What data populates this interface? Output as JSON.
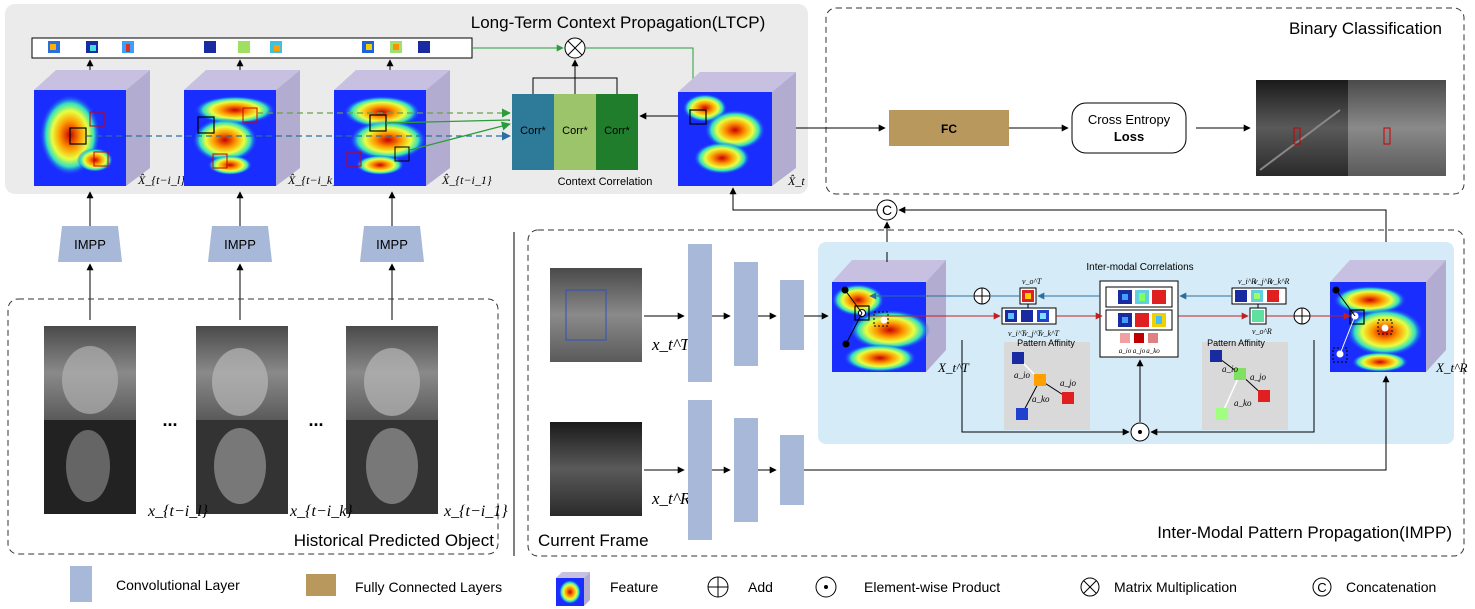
{
  "sections": {
    "ltcp": "Long-Term Context Propagation(LTCP)",
    "binary": "Binary Classification",
    "impp": "Inter-Modal Pattern Propagation(IMPP)",
    "historical": "Historical Predicted Object",
    "current": "Current Frame"
  },
  "ltcp": {
    "corr_label": "Corr*",
    "context_correlation": "Context Correlation",
    "feature_labels": [
      "X̂_{t−i_l}",
      "X̂_{t−i_k}",
      "X̂_{t−i_1}",
      "X̂_t"
    ]
  },
  "impp_block_label": "IMPP",
  "fc_label": "FC",
  "loss": {
    "line1": "Cross Entropy",
    "line2": "Loss"
  },
  "history": {
    "ellipsis": "...",
    "input_labels": [
      "x_{t−i_l}",
      "x_{t−i_k}",
      "x_{t−i_1}"
    ]
  },
  "current": {
    "thermal_label": "x_t^T",
    "rgb_label": "x_t^R",
    "feat_T": "X_t^T",
    "feat_R": "X_t^R"
  },
  "inter_modal": {
    "title": "Inter-modal Correlations",
    "pattern_affinity": "Pattern Affinity",
    "affinity_weights": [
      "a_io",
      "a_jo",
      "a_ko"
    ],
    "node_labels_T": [
      "v_i^T",
      "v_j^T",
      "v_k^T",
      "v_o^T"
    ],
    "node_labels_R": [
      "v_i^R",
      "v_j^R",
      "v_k^R",
      "v_o^R"
    ]
  },
  "legend": [
    {
      "icon": "conv-icon",
      "label": "Convolutional Layer"
    },
    {
      "icon": "fc-icon",
      "label": "Fully Connected Layers"
    },
    {
      "icon": "feature-icon",
      "label": "Feature"
    },
    {
      "icon": "add-icon",
      "label": "Add"
    },
    {
      "icon": "product-icon",
      "label": "Element-wise Product"
    },
    {
      "icon": "matmul-icon",
      "label": "Matrix Multiplication"
    },
    {
      "icon": "concat-icon",
      "label": "Concatenation"
    }
  ],
  "colors": {
    "ltcp_bg": "#ebebeb",
    "impp_bg": "#d5ecf8",
    "conv": "#a8b8d8",
    "fc": "#b8985c",
    "corr1": "#2e7a99",
    "corr2": "#9cc46a",
    "corr3": "#1f7d2c",
    "cube_side": "#b3acd1"
  }
}
